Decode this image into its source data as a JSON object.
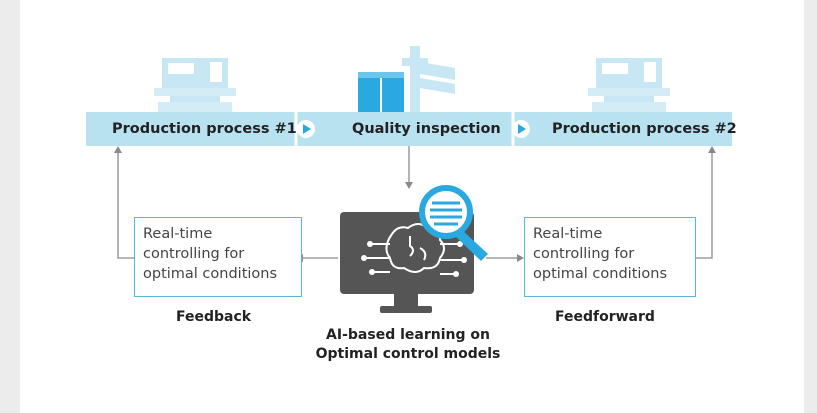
{
  "process_bar": {
    "step1": "Production process #1",
    "step2": "Quality inspection",
    "step3": "Production process #2"
  },
  "feedback_box": {
    "line1": "Real-time",
    "line2": "controlling for",
    "line3": "optimal conditions"
  },
  "feedforward_box": {
    "line1": "Real-time",
    "line2": "controlling for",
    "line3": "optimal conditions"
  },
  "labels": {
    "feedback": "Feedback",
    "feedforward": "Feedforward",
    "ai_line1": "AI-based learning on",
    "ai_line2": "Optimal control models"
  },
  "colors": {
    "bar": "#b9e2f1",
    "accent": "#2aa9e0",
    "arrow": "#8a8a8a",
    "monitor": "#555555"
  },
  "icons": [
    "machine-icon",
    "inspection-machine-icon",
    "play-icon",
    "monitor-brain-icon",
    "magnifier-icon"
  ]
}
